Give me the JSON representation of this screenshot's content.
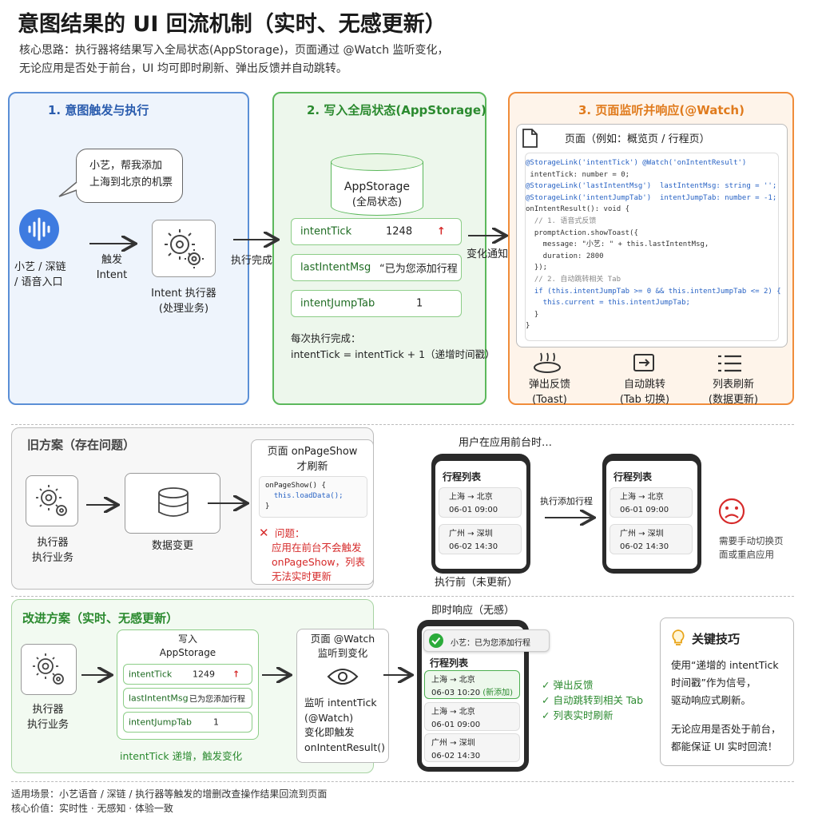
{
  "header": {
    "title": "意图结果的 UI 回流机制（实时、无感更新）",
    "subtitle_line1": "核心思路：执行器将结果写入全局状态(AppStorage)，页面通过 @Watch 监听变化，",
    "subtitle_line2": "无论应用是否处于前台，UI 均可即时刷新、弹出反馈并自动跳转。"
  },
  "panel1": {
    "title": "1. 意图触发与执行",
    "bubble_line1": "小艺，帮我添加",
    "bubble_line2": "上海到北京的机票",
    "entry_line1": "小艺 / 深链",
    "entry_line2": "/ 语音入口",
    "trigger_line1": "触发",
    "trigger_line2": "Intent",
    "executor_line1": "Intent 执行器",
    "executor_line2": "(处理业务)",
    "done_label": "执行完成"
  },
  "panel2": {
    "title": "2. 写入全局状态(AppStorage)",
    "storage_line1": "AppStorage",
    "storage_line2": "(全局状态)",
    "fields": [
      {
        "name": "intentTick",
        "value": "1248",
        "mark": "↑"
      },
      {
        "name": "lastIntentMsg",
        "value": "“已为您添加行程"
      },
      {
        "name": "intentJumpTab",
        "value": "1"
      }
    ],
    "note_line1": "每次执行完成：",
    "note_line2": "intentTick = intentTick + 1（递增时间戳）",
    "notify_label": "变化通知"
  },
  "panel3": {
    "title": "3. 页面监听并响应(@Watch)",
    "page_title": "页面（例如：概览页 / 行程页）",
    "code_lines": [
      "@StorageLink('intentTick') @Watch('onIntentResult')",
      " intentTick: number = 0;",
      "@StorageLink('lastIntentMsg')  lastIntentMsg: string = '';",
      "@StorageLink('intentJumpTab')  intentJumpTab: number = -1;",
      "",
      "onIntentResult(): void {",
      "  // 1. 语音式反馈",
      "  promptAction.showToast({",
      "    message: \"小艺: \" + this.lastIntentMsg,",
      "    duration: 2800",
      "  });",
      "  // 2. 自动跳转相关 Tab",
      "  if (this.intentJumpTab >= 0 && this.intentJumpTab <= 2) {",
      "    this.current = this.intentJumpTab;",
      "  }",
      "}"
    ],
    "effects": [
      {
        "line1": "弹出反馈",
        "line2": "(Toast)"
      },
      {
        "line1": "自动跳转",
        "line2": "(Tab 切换)"
      },
      {
        "line1": "列表刷新",
        "line2": "(数据更新)"
      }
    ]
  },
  "old": {
    "title": "旧方案（存在问题）",
    "executor_line1": "执行器",
    "executor_line2": "执行业务",
    "data_change": "数据变更",
    "refresh_line1": "页面 onPageShow",
    "refresh_line2": "才刷新",
    "code_line1": "onPageShow() {",
    "code_line2": "  this.loadData();",
    "code_line3": "}",
    "problem_title": "问题：",
    "problem_line1": "应用在前台不会触发",
    "problem_line2": "onPageShow，列表",
    "problem_line3": "无法实时更新",
    "scene_caption": "用户在应用前台时…",
    "action_label": "执行添加行程",
    "before_caption": "执行前（未更新）",
    "list_title": "行程列表",
    "items": [
      {
        "route": "上海 → 北京",
        "time": "06-01 09:00"
      },
      {
        "route": "广州 → 深圳",
        "time": "06-02 14:30"
      }
    ],
    "sad_line1": "需要手动切换页",
    "sad_line2": "面或重启应用"
  },
  "new": {
    "title": "改进方案（实时、无感更新）",
    "executor_line1": "执行器",
    "executor_line2": "执行业务",
    "write_line1": "写入",
    "write_line2": "AppStorage",
    "fields": [
      {
        "name": "intentTick",
        "value": "1249",
        "mark": "↑"
      },
      {
        "name": "lastIntentMsg",
        "value": "已为您添加行程"
      },
      {
        "name": "intentJumpTab",
        "value": "1"
      }
    ],
    "tick_note": "intentTick 递增，触发变化",
    "watch_line1": "页面 @Watch",
    "watch_line2": "监听到变化",
    "listen_line1": "监听 intentTick",
    "listen_line2": "(@Watch)",
    "listen_line3": "变化即触发",
    "listen_line4": "onIntentResult()",
    "instant_caption": "即时响应（无感）",
    "toast_text": "小艺：已为您添加行程",
    "list_title": "行程列表",
    "new_item": {
      "route": "上海 → 北京",
      "time": "06-03 10:20",
      "tag": "(新添加)"
    },
    "items": [
      {
        "route": "上海 → 北京",
        "time": "06-01 09:00"
      },
      {
        "route": "广州 → 深圳",
        "time": "06-02 14:30"
      }
    ],
    "checks": [
      "✓ 弹出反馈",
      "✓ 自动跳转到相关 Tab",
      "✓ 列表实时刷新"
    ]
  },
  "tips": {
    "title": "关键技巧",
    "line1": "使用“递增的 intentTick",
    "line2": "时间戳”作为信号，",
    "line3": "驱动响应式刷新。",
    "line4": "无论应用是否处于前台，",
    "line5": "都能保证 UI 实时回流！"
  },
  "footer": {
    "line1": "适用场景：小艺语音 / 深链 / 执行器等触发的增删改查操作结果回流到页面",
    "line2": "核心价值：实时性 · 无感知 · 体验一致"
  },
  "colors": {
    "blue": "#2a5cae",
    "green": "#2b8a2f",
    "orange": "#e07b1d",
    "red": "#d62b2b"
  }
}
